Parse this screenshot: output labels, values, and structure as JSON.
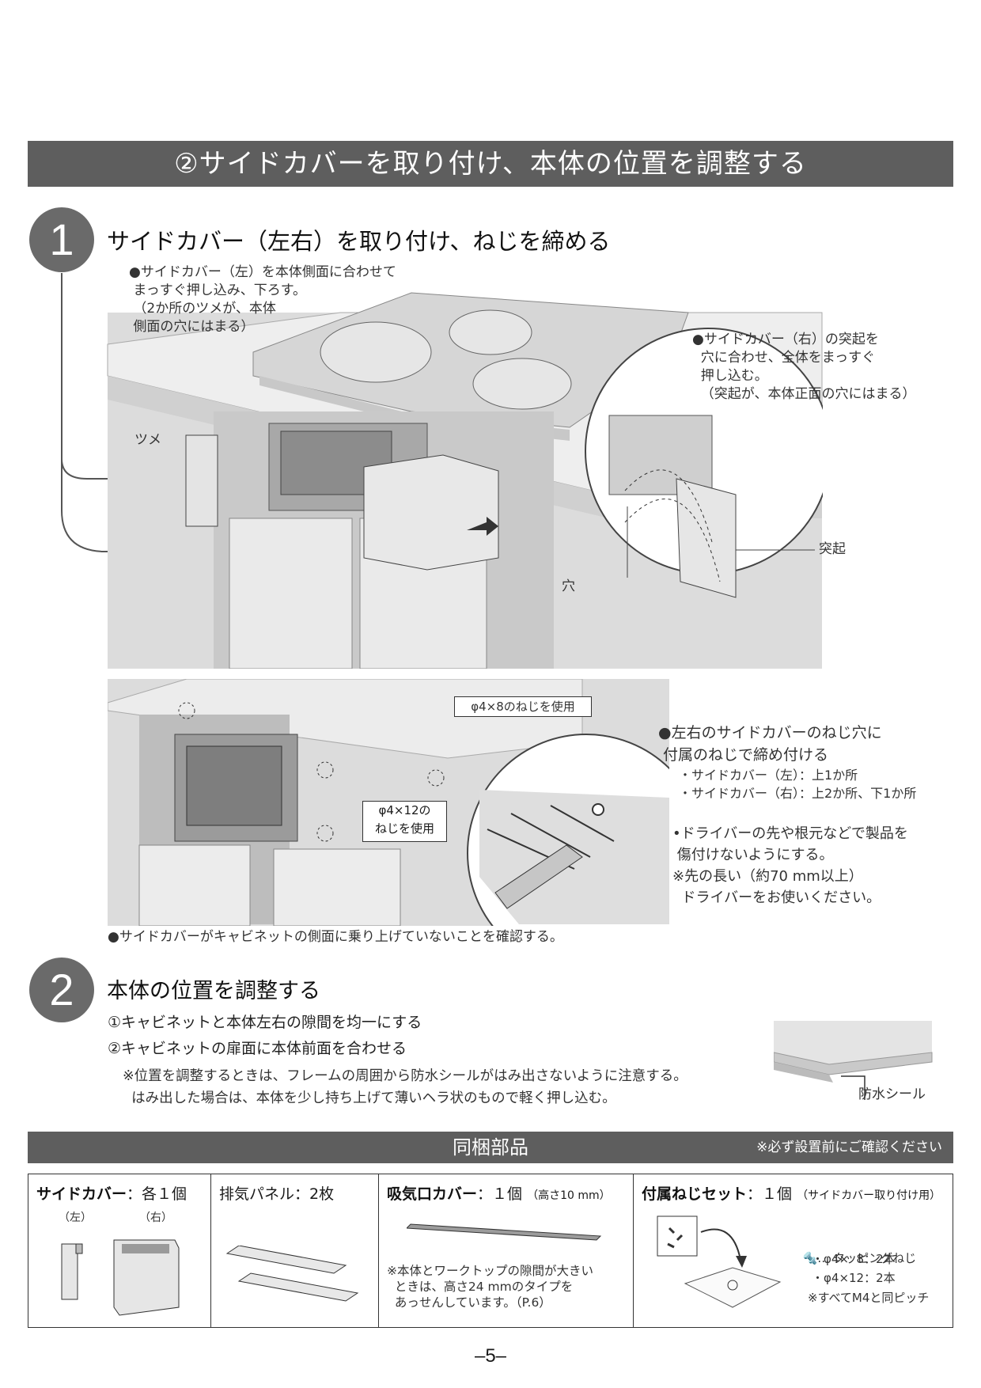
{
  "title": "②サイドカバーを取り付け、本体の位置を調整する",
  "step1": {
    "number": "1",
    "heading": "サイドカバー（左右）を取り付け、ねじを締める",
    "note_left": "●サイドカバー（左）を本体側面に合わせて\n まっすぐ押し込み、下ろす。\n （2か所のツメが、本体\n 側面の穴にはまる）",
    "note_right": "●サイドカバー（右）の突起を\n  穴に合わせ、全体をまっすぐ\n  押し込む。\n  （突起が、本体正面の穴にはまる）",
    "label_tsume": "ツメ",
    "label_tokki": "突起",
    "label_ana": "穴",
    "callout_screw8": "φ4×8のねじを使用",
    "callout_screw12_line1": "φ4×12の",
    "callout_screw12_line2": "ねじを使用",
    "note_screws": "●左右のサイドカバーのねじ穴に\n 付属のねじで締め付ける",
    "note_screws_detail": "・サイドカバー（左）：上1か所\n・サイドカバー（右）：上2か所、下1か所",
    "note_driver": "•ドライバーの先や根元などで製品を\n 傷付けないようにする。\n※先の長い（約70 mm以上）\n  ドライバーをお使いください。",
    "note_check": "●サイドカバーがキャビネットの側面に乗り上げていないことを確認する。"
  },
  "step2": {
    "number": "2",
    "heading": "本体の位置を調整する",
    "item1": "①キャビネットと本体左右の隙間を均一にする",
    "item2": "②キャビネットの扉面に本体前面を合わせる",
    "note": "※位置を調整するときは、フレームの周囲から防水シールがはみ出さないように注意する。\n  はみ出した場合は、本体を少し持ち上げて薄いヘラ状のもので軽く押し込む。",
    "label_seal": "防水シール"
  },
  "parts": {
    "title": "同梱部品",
    "notice": "※必ず設置前にご確認ください",
    "side_cover": {
      "name": "サイドカバー",
      "qty": "：各１個",
      "left": "（左）",
      "right": "（右）"
    },
    "exhaust_panel": {
      "name": "排気パネル",
      "qty": "：2枚"
    },
    "intake_cover": {
      "name": "吸気口カバー",
      "qty": "：１個",
      "spec": "（高さ10 mm）",
      "note": "※本体とワークトップの隙間が大きい\n  ときは、高さ24 mmのタイプを\n  あっせんしています。（P.6）"
    },
    "screw_set": {
      "name": "付属ねじセット",
      "qty": "：１個",
      "spec": "（サイドカバー取り付け用）",
      "legend": "… タッピングねじ",
      "size1": "・φ4×  8：2本",
      "size2": "・φ4×12：2本",
      "pitch": "※すべてM4と同ピッチ"
    }
  },
  "page_number": "–5–"
}
